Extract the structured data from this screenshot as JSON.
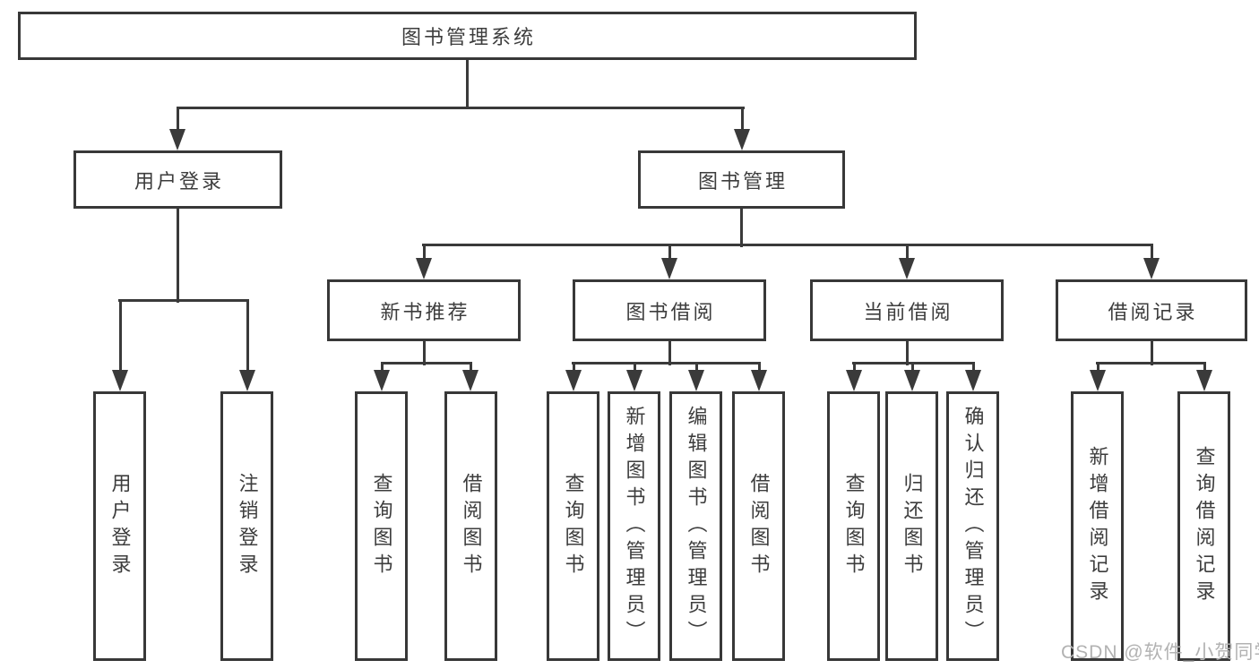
{
  "diagram": {
    "type": "tree",
    "tree": {
      "label": "图书管理系统",
      "children": [
        {
          "label": "用户登录",
          "children": [
            {
              "label": "用户登录"
            },
            {
              "label": "注销登录"
            }
          ]
        },
        {
          "label": "图书管理",
          "children": [
            {
              "label": "新书推荐",
              "children": [
                {
                  "label": "查询图书"
                },
                {
                  "label": "借阅图书"
                }
              ]
            },
            {
              "label": "图书借阅",
              "children": [
                {
                  "label": "查询图书"
                },
                {
                  "label": "新增图书（管理员）"
                },
                {
                  "label": "编辑图书（管理员）"
                },
                {
                  "label": "借阅图书"
                }
              ]
            },
            {
              "label": "当前借阅",
              "children": [
                {
                  "label": "查询图书"
                },
                {
                  "label": "归还图书"
                },
                {
                  "label": "确认归还（管理员）"
                }
              ]
            },
            {
              "label": "借阅记录",
              "children": [
                {
                  "label": "新增借阅记录"
                },
                {
                  "label": "查询借阅记录"
                }
              ]
            }
          ]
        }
      ]
    },
    "watermark": "CSDN @软件_小贺同学",
    "colors": {
      "line": "#3a3a3a",
      "text": "#3d3d3d",
      "box_border": "#383838",
      "background": "#ffffff",
      "watermark": "#b2b2b2"
    }
  }
}
